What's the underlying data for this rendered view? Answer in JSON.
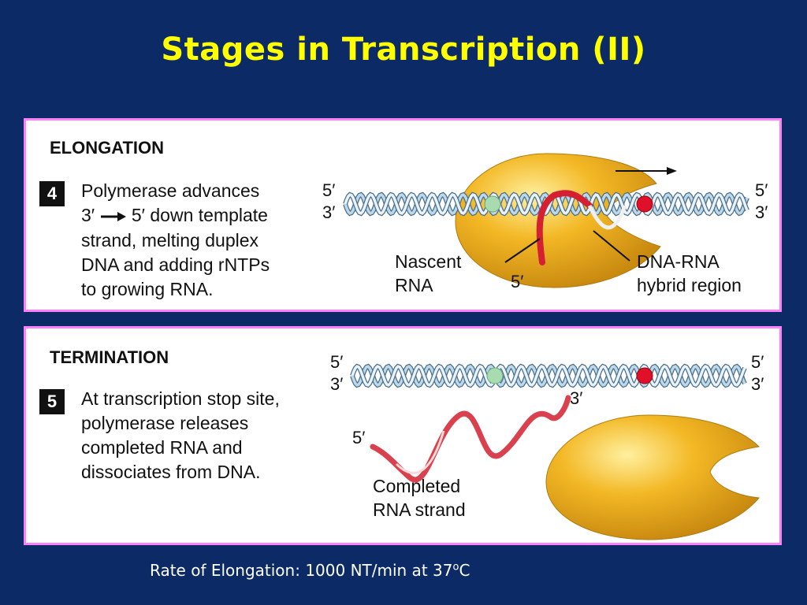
{
  "title": "Stages in Transcription (II)",
  "elongation": {
    "heading": "ELONGATION",
    "step_number": "4",
    "desc_line1": "Polymerase advances",
    "desc_line2_start": "3′",
    "desc_line2_end": "5′ down template",
    "desc_line3": "strand, melting duplex",
    "desc_line4": "DNA and adding rNTPs",
    "desc_line5": "to growing RNA.",
    "label_5prime_left": "5′",
    "label_3prime_left": "3′",
    "label_5prime_right": "5′",
    "label_3prime_right": "3′",
    "nascent_rna_line1": "Nascent",
    "nascent_rna_line2": "RNA",
    "rna_5prime": "5′",
    "hybrid_line1": "DNA-RNA",
    "hybrid_line2": "hybrid region"
  },
  "termination": {
    "heading": "TERMINATION",
    "step_number": "5",
    "desc_line1": "At transcription stop site,",
    "desc_line2": "polymerase releases",
    "desc_line3": "completed RNA and",
    "desc_line4": "dissociates from DNA.",
    "label_5prime_left": "5′",
    "label_3prime_left": "3′",
    "label_5prime_right": "5′",
    "label_3prime_right": "3′",
    "rna_3prime": "3′",
    "rna_5prime": "5′",
    "completed_line1": "Completed",
    "completed_line2": "RNA strand"
  },
  "footer": {
    "text": "Rate of Elongation: 1000 NT/min at 37",
    "superscript": "o",
    "unit": "C"
  },
  "colors": {
    "background": "#0b2a66",
    "title": "#ffff00",
    "panel_border": "#ff80ff",
    "polymerase": "#f0b020",
    "dna_strand": "#9ec4dc",
    "rna": "#d42030",
    "marker_green": "#a8dcb0",
    "marker_red": "#e0102a"
  }
}
